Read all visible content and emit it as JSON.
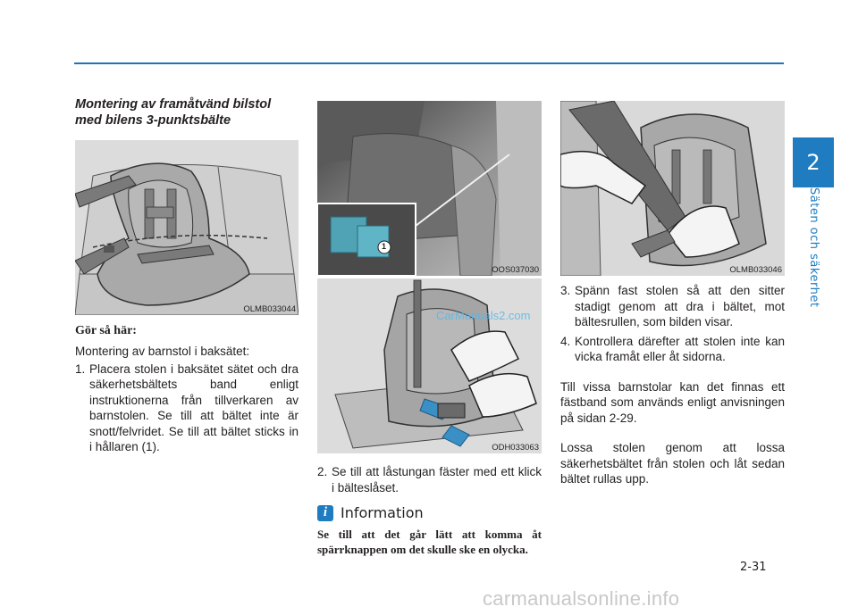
{
  "sidebar": {
    "chapter_number": "2",
    "chapter_title": "Säten och säkerhet"
  },
  "page_number": "2-31",
  "col1": {
    "title": "Montering av framåtvänd bilstol med bilens 3-punktsbälte",
    "figure_code": "OLMB033044",
    "subheading": "Gör så här:",
    "intro": "Montering av barnstol i baksätet:",
    "step1_number": "1.",
    "step1_text": "Placera stolen i baksätet sätet och dra säkerhetsbältets band enligt instruktionerna från tillverkaren av barnstolen. Se till att bältet inte är snott/felvridet. Se till att bältet sticks in i hållaren (1)."
  },
  "col2": {
    "figure1_code": "OOS037030",
    "figure1_callout": "1",
    "figure2_code": "ODH033063",
    "step2_number": "2.",
    "step2_text": "Se till att låstungan fäster med ett klick i bälteslåset.",
    "info_icon": "i",
    "info_title": "Information",
    "info_text": "Se till att det går lätt att komma åt spärrknappen om det skulle ske en olycka."
  },
  "col3": {
    "figure_code": "OLMB033046",
    "step3_number": "3.",
    "step3_text": "Spänn fast stolen så att den sitter stadigt genom att dra i bältet, mot bältesrullen, som bilden visar.",
    "step4_number": "4.",
    "step4_text": "Kontrollera därefter att stolen inte kan vicka framåt eller åt sidorna.",
    "para1": "Till vissa barnstolar kan det finnas ett fästband som används enligt anvisningen på sidan 2-29.",
    "para2": "Lossa stolen genom att lossa säkerhetsbältet från stolen och låt sedan bältet rullas upp."
  },
  "watermarks": {
    "middle": "CarManuals2.com",
    "bottom": "carmanualsonline.info"
  },
  "colors": {
    "accent": "#1f7cc0",
    "rule": "#1e73b9"
  }
}
